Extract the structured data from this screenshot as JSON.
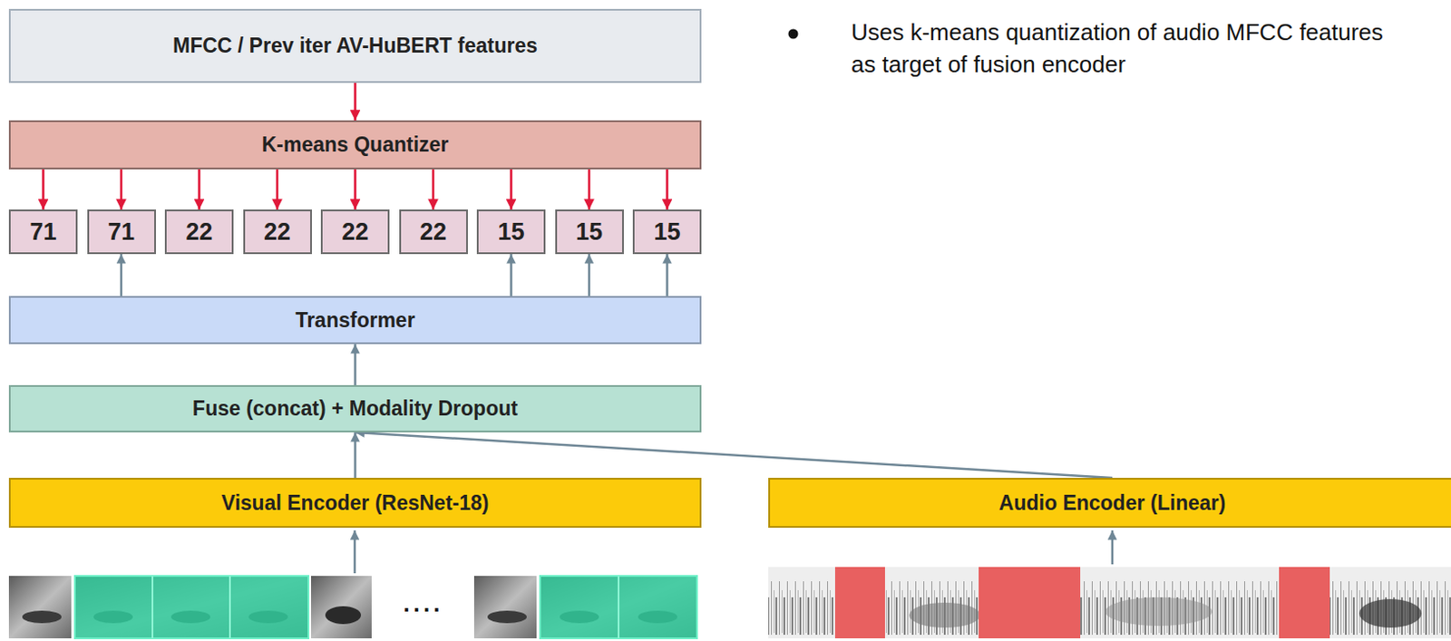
{
  "diagram": {
    "nodes": [
      {
        "text": [
          "MFCC / Prev iter AV-HuBERT features"
        ]
      },
      {
        "text": [
          "K-means Quantizer"
        ]
      },
      {
        "text": [
          "71"
        ]
      },
      {
        "text": [
          "71"
        ]
      },
      {
        "text": [
          "22"
        ]
      },
      {
        "text": [
          "22"
        ]
      },
      {
        "text": [
          "22"
        ]
      },
      {
        "text": [
          "22"
        ]
      },
      {
        "text": [
          "15"
        ]
      },
      {
        "text": [
          "15"
        ]
      },
      {
        "text": [
          "15"
        ]
      },
      {
        "text": [
          "Transformer"
        ]
      },
      {
        "text": [
          "Fuse (concat) + Modality Dropout"
        ]
      },
      {
        "text": [
          "Visual Encoder (ResNet-18)"
        ]
      },
      {
        "text": [
          "Audio Encoder (Linear)"
        ]
      }
    ],
    "edges": [
      {
        "from": 0,
        "to": 1,
        "arrow": "to"
      },
      {
        "from": 1,
        "to": 2,
        "arrow": "to"
      },
      {
        "from": 1,
        "to": 3,
        "arrow": "to"
      },
      {
        "from": 1,
        "to": 4,
        "arrow": "to"
      },
      {
        "from": 1,
        "to": 5,
        "arrow": "to"
      },
      {
        "from": 1,
        "to": 6,
        "arrow": "to"
      },
      {
        "from": 1,
        "to": 7,
        "arrow": "to"
      },
      {
        "from": 1,
        "to": 8,
        "arrow": "to"
      },
      {
        "from": 1,
        "to": 9,
        "arrow": "to"
      },
      {
        "from": 1,
        "to": 10,
        "arrow": "to"
      },
      {
        "from": 11,
        "to": 3,
        "arrow": "to"
      },
      {
        "from": 11,
        "to": 8,
        "arrow": "to"
      },
      {
        "from": 11,
        "to": 9,
        "arrow": "to"
      },
      {
        "from": 11,
        "to": 10,
        "arrow": "to"
      },
      {
        "from": 12,
        "to": 11,
        "arrow": "to"
      },
      {
        "from": 13,
        "to": 12,
        "arrow": "to"
      },
      {
        "from": 14,
        "to": 12,
        "arrow": "to"
      }
    ],
    "labels": [
      "Uses k-means quantization of audio MFCC features as target of fusion encoder",
      "...."
    ]
  }
}
